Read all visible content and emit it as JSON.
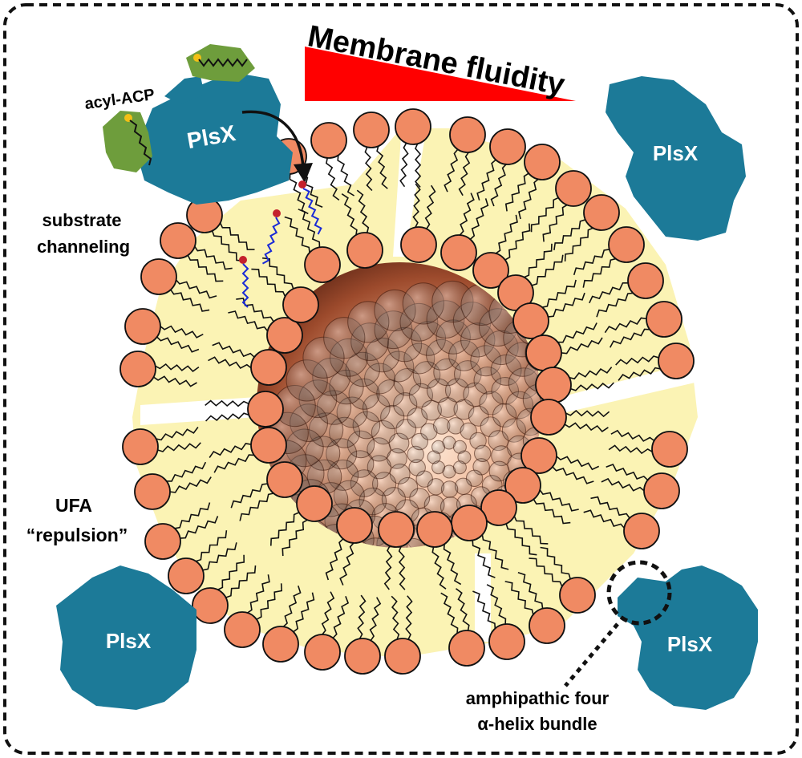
{
  "title": "Membrane fluidity",
  "labels": {
    "acyl_acp": "acyl-ACP",
    "substrate_channeling_line1": "substrate",
    "substrate_channeling_line2": "channeling",
    "ufa_line1": "UFA",
    "ufa_line2": "“repulsion”",
    "helix_line1": "amphipathic four",
    "helix_line2": "α-helix bundle"
  },
  "proteins": {
    "top_left": "PlsX",
    "top_right": "PlsX",
    "bottom_left": "PlsX",
    "bottom_right": "PlsX"
  },
  "colors": {
    "protein": "#1c7a98",
    "lipid_head": "#f08a63",
    "core": "#fbf3b4",
    "gradient_wedge": "#ff0000",
    "acp": "#6e9d3c",
    "acyl_chain": "#1a2ad6",
    "acyl_head": "#c4212c"
  },
  "icons": [
    "pointing-arrow-icon",
    "dashed-circle-icon",
    "dotted-leader-line"
  ]
}
